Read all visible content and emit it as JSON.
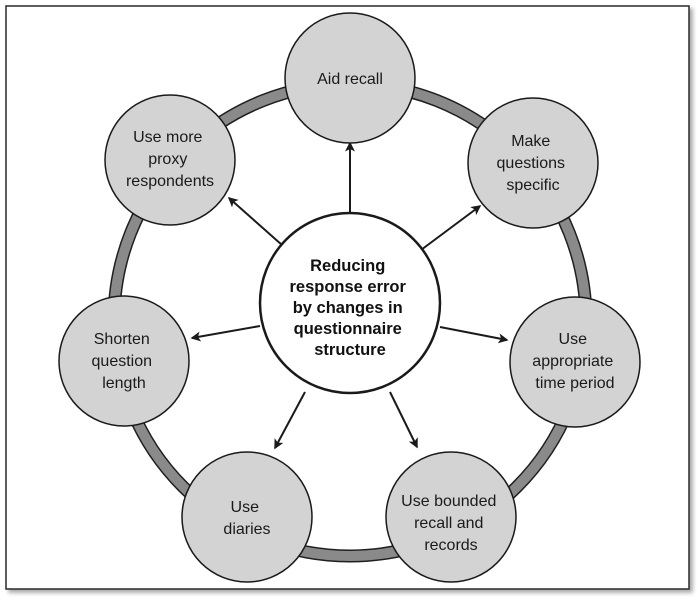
{
  "diagram": {
    "center": {
      "lines": [
        "Reducing",
        "response error",
        "by changes in",
        "questionnaire",
        "structure"
      ]
    },
    "nodes": [
      {
        "id": "aid-recall",
        "lines": [
          "Aid recall"
        ]
      },
      {
        "id": "make-questions-specific",
        "lines": [
          "Make",
          "questions",
          "specific"
        ]
      },
      {
        "id": "use-appropriate-time-period",
        "lines": [
          "Use",
          "appropriate",
          "time period"
        ]
      },
      {
        "id": "use-bounded-recall-and-records",
        "lines": [
          "Use bounded",
          "recall and",
          "records"
        ]
      },
      {
        "id": "use-diaries",
        "lines": [
          "Use",
          "diaries"
        ]
      },
      {
        "id": "shorten-question-length",
        "lines": [
          "Shorten",
          "question",
          "length"
        ]
      },
      {
        "id": "use-more-proxy-respondents",
        "lines": [
          "Use more",
          "proxy",
          "respondents"
        ]
      }
    ],
    "colors": {
      "node_fill": "#d3d3d3",
      "ring": "#8a8a8a",
      "stroke": "#1a1a1a",
      "center_fill": "#ffffff",
      "background": "#ffffff",
      "border": "#2a2a2a"
    }
  }
}
